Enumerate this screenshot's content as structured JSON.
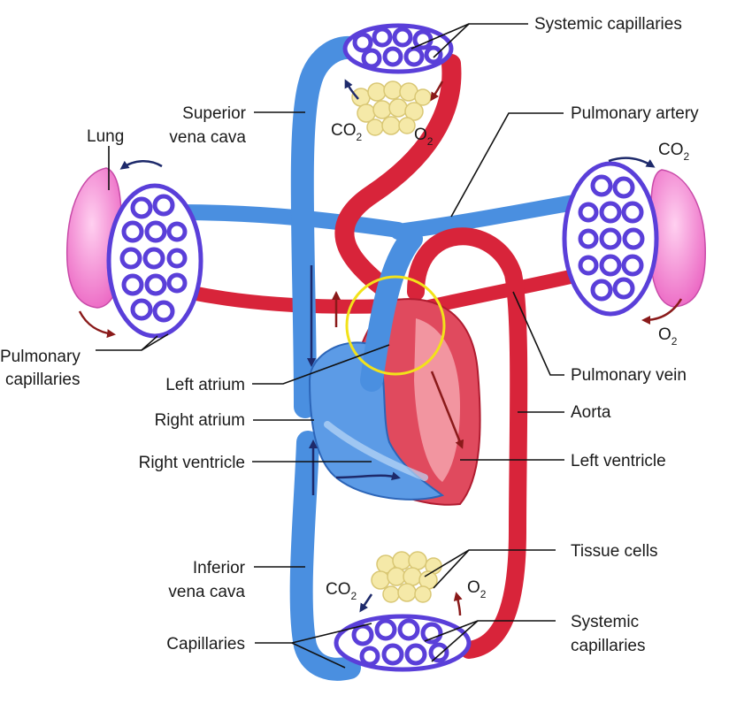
{
  "colors": {
    "deoxygenated": "#4a8fe0",
    "deoxygenated_light": "#a9cdf5",
    "oxygenated": "#d8243a",
    "oxygenated_light": "#f08a95",
    "capillary": "#5a3fd9",
    "lung": "#f07ac8",
    "tissue": "#f5e9a8",
    "highlight_ring": "#f2e21a",
    "flow_arrow_dark": "#1e2a6b",
    "flow_arrow_red": "#8a1a1a"
  },
  "labels": {
    "systemic_capillaries_top": "Systemic capillaries",
    "superior_vena_cava_line1": "Superior",
    "superior_vena_cava_line2": "vena cava",
    "pulmonary_artery": "Pulmonary artery",
    "lung": "Lung",
    "pulmonary_capillaries_line1": "Pulmonary",
    "pulmonary_capillaries_line2": "capillaries",
    "left_atrium": "Left atrium",
    "right_atrium": "Right atrium",
    "right_ventricle": "Right ventricle",
    "pulmonary_vein": "Pulmonary vein",
    "aorta": "Aorta",
    "left_ventricle": "Left ventricle",
    "tissue_cells": "Tissue cells",
    "inferior_vena_cava_line1": "Inferior",
    "inferior_vena_cava_line2": "vena cava",
    "capillaries": "Capillaries",
    "systemic_capillaries_bottom_line1": "Systemic",
    "systemic_capillaries_bottom_line2": "capillaries"
  },
  "gases": {
    "co2_base": "CO",
    "co2_sub": "2",
    "o2_base": "O",
    "o2_sub": "2"
  },
  "icons": {
    "flow_arrow": "arrow-icon",
    "capillary_bed": "capillary-network-icon",
    "lung": "lung-icon",
    "heart": "heart-icon"
  }
}
